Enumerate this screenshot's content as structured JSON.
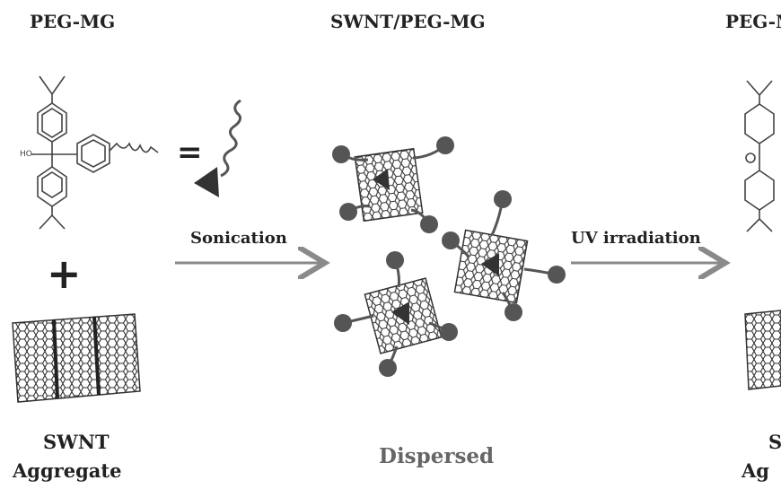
{
  "titles": {
    "left": "PEG-MG",
    "center": "SWNT/PEG-MG",
    "right_partial": "PEG-M"
  },
  "symbols": {
    "plus": "+",
    "equals": "="
  },
  "arrows": {
    "step1_label": "Sonication",
    "step2_label": "UV irradiation"
  },
  "captions": {
    "left_line1": "SWNT",
    "left_line2": "Aggregate",
    "center": "Dispersed",
    "right_line1_partial": "S",
    "right_line2_partial": "Ag"
  },
  "colors": {
    "ink": "#222222",
    "arrow": "#8a8a8a",
    "polymer": "#555555",
    "tube": "#333333",
    "dispersed_text": "#666666"
  }
}
